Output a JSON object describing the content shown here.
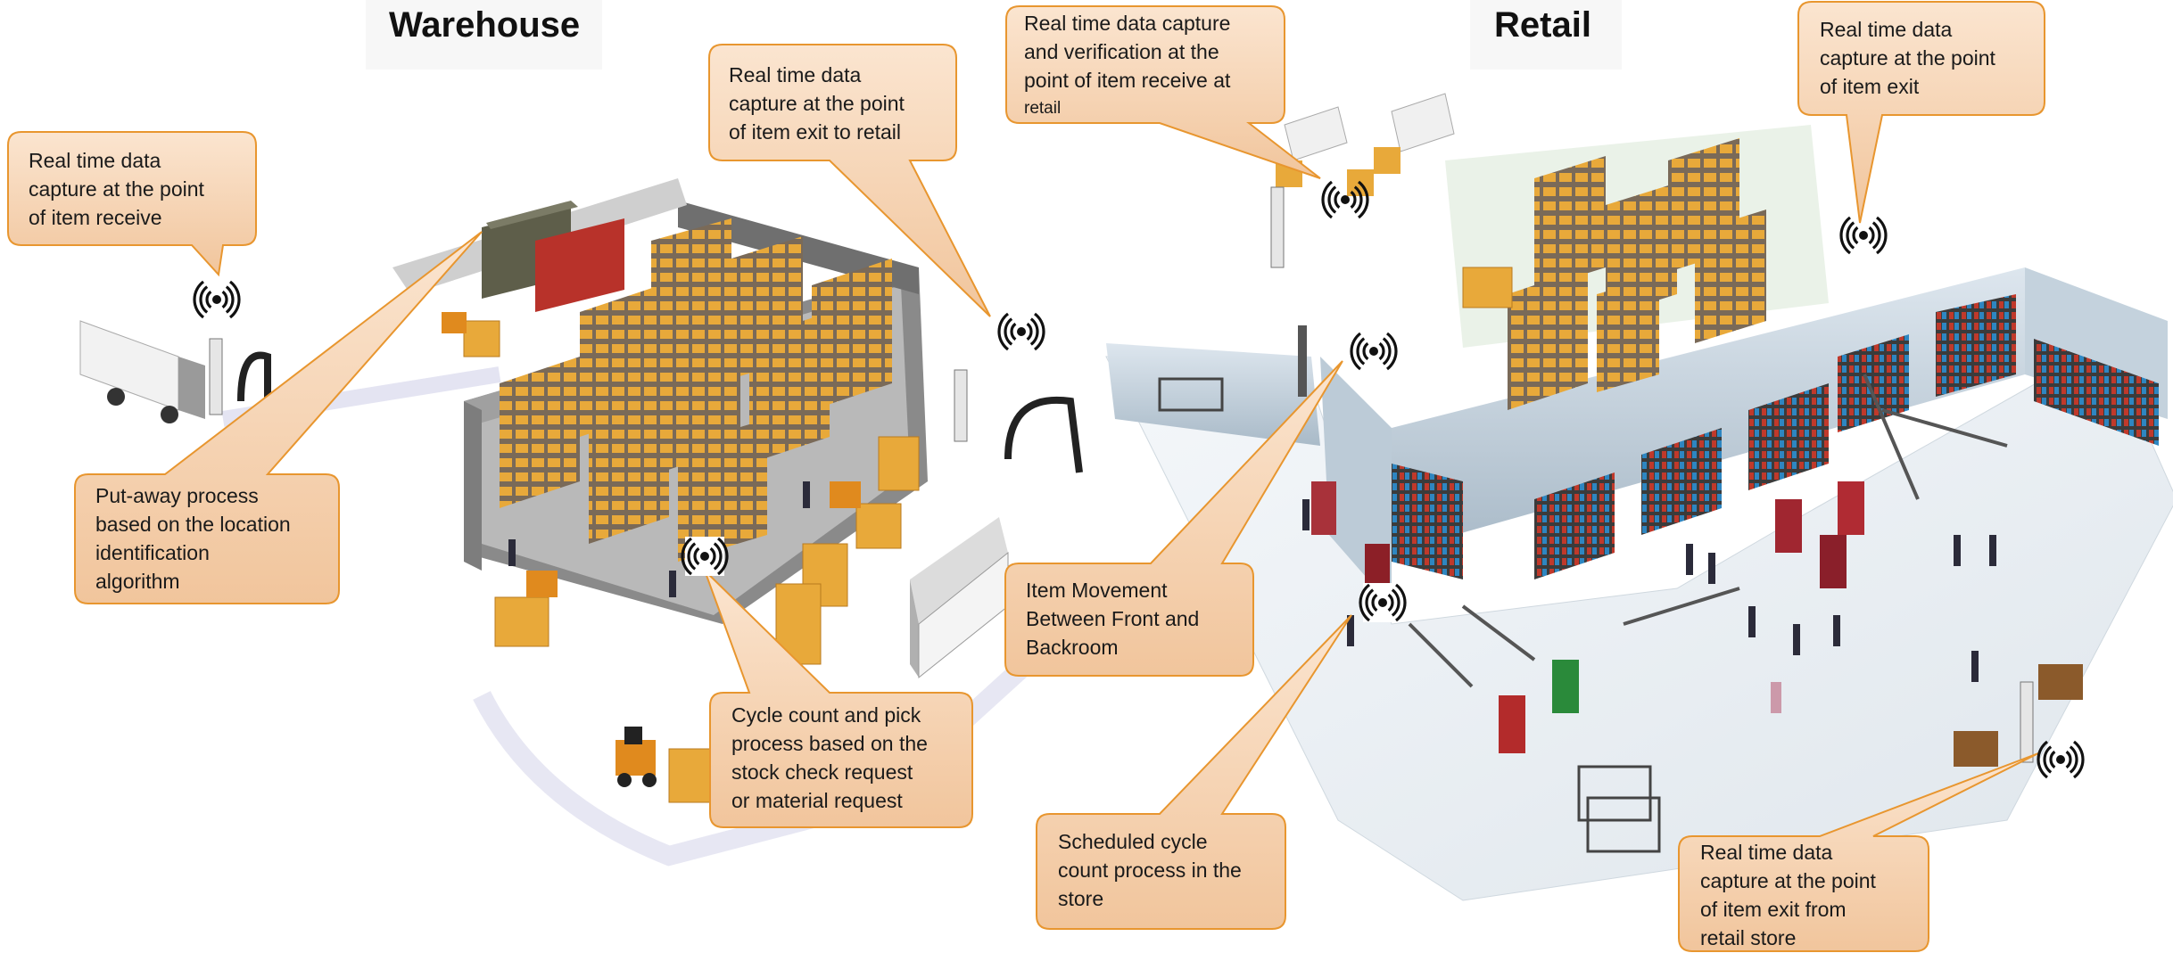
{
  "titles": {
    "warehouse": "Warehouse",
    "retail": "Retail"
  },
  "callouts": {
    "item_receive": [
      "Real time data",
      "capture at the point",
      "of item receive"
    ],
    "put_away": [
      "Put-away process",
      "based on the location",
      "identification",
      "algorithm"
    ],
    "exit_to_retail": [
      "Real time data",
      "capture at the point",
      "of item exit to retail"
    ],
    "cycle_pick": [
      "Cycle count and  pick",
      "process based on the",
      "stock check request",
      "or material request"
    ],
    "retail_receive": [
      "Real time data capture",
      "and verification at the",
      "point of item receive at",
      "retail"
    ],
    "item_exit": [
      "Real time data",
      "capture at the point",
      "of item exit"
    ],
    "front_backroom": [
      "Item Movement",
      "Between Front and",
      "Backroom"
    ],
    "scheduled_cycle": [
      "Scheduled cycle",
      "count process in the",
      "store"
    ],
    "exit_store": [
      "Real time data",
      "capture at the point",
      "of item exit from",
      "retail store"
    ]
  },
  "colors": {
    "callout_fill_top": "#fbe3cc",
    "callout_fill_bottom": "#f2c9a3",
    "callout_border": "#e8962f",
    "floor": "#e9eef3",
    "wall": "#c9d6e0",
    "shelf_box": "#e8a93a",
    "truck_red": "#b8322a"
  },
  "icons": [
    "rfid-signal-icon",
    "forklift-icon",
    "truck-icon",
    "shelf-rack-icon",
    "clothes-rack-icon",
    "shopping-cart-icon",
    "security-gate-icon",
    "person-icon"
  ]
}
